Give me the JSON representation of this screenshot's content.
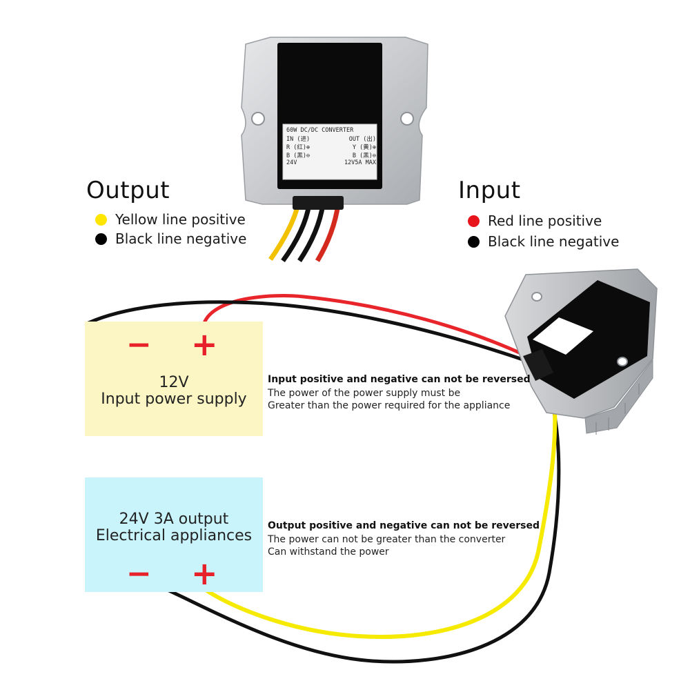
{
  "colors": {
    "red_wire": "#e8252b",
    "black_wire": "#111111",
    "yellow_wire": "#f5ea00",
    "input_box": "#fbf6c4",
    "output_box": "#c9f4fb",
    "sign_red": "#e8202a"
  },
  "output_legend": {
    "heading": "Output",
    "items": [
      {
        "color": "#ffe600",
        "label": "Yellow line positive"
      },
      {
        "color": "#000000",
        "label": "Black line negative"
      }
    ]
  },
  "input_legend": {
    "heading": "Input",
    "items": [
      {
        "color": "#e8141c",
        "label": "Red line positive"
      },
      {
        "color": "#000000",
        "label": "Black line negative"
      }
    ]
  },
  "input_box": {
    "minus": "−",
    "plus": "+",
    "line1": "12V",
    "line2": "Input power supply"
  },
  "output_box": {
    "minus": "−",
    "plus": "+",
    "line1": "24V 3A output",
    "line2": "Electrical appliances"
  },
  "input_note": {
    "bold": "Input positive and negative can not be reversed",
    "line1": "The power of the power supply must be",
    "line2": "Greater than the power required for the appliance"
  },
  "output_note": {
    "bold": "Output positive and negative can not be reversed",
    "line1": "The power can not be greater than the converter",
    "line2": "Can withstand the power"
  },
  "device_label": {
    "title": "60W DC/DC CONVERTER",
    "in": "IN (进)",
    "out": "OUT (出)",
    "r": "R (红)⊕",
    "y": "Y (黄)⊕",
    "b_in": "B (黑)⊖",
    "b_out": "B (黑)⊖",
    "v_in": "24V",
    "v_out": "12V5A MAX"
  }
}
